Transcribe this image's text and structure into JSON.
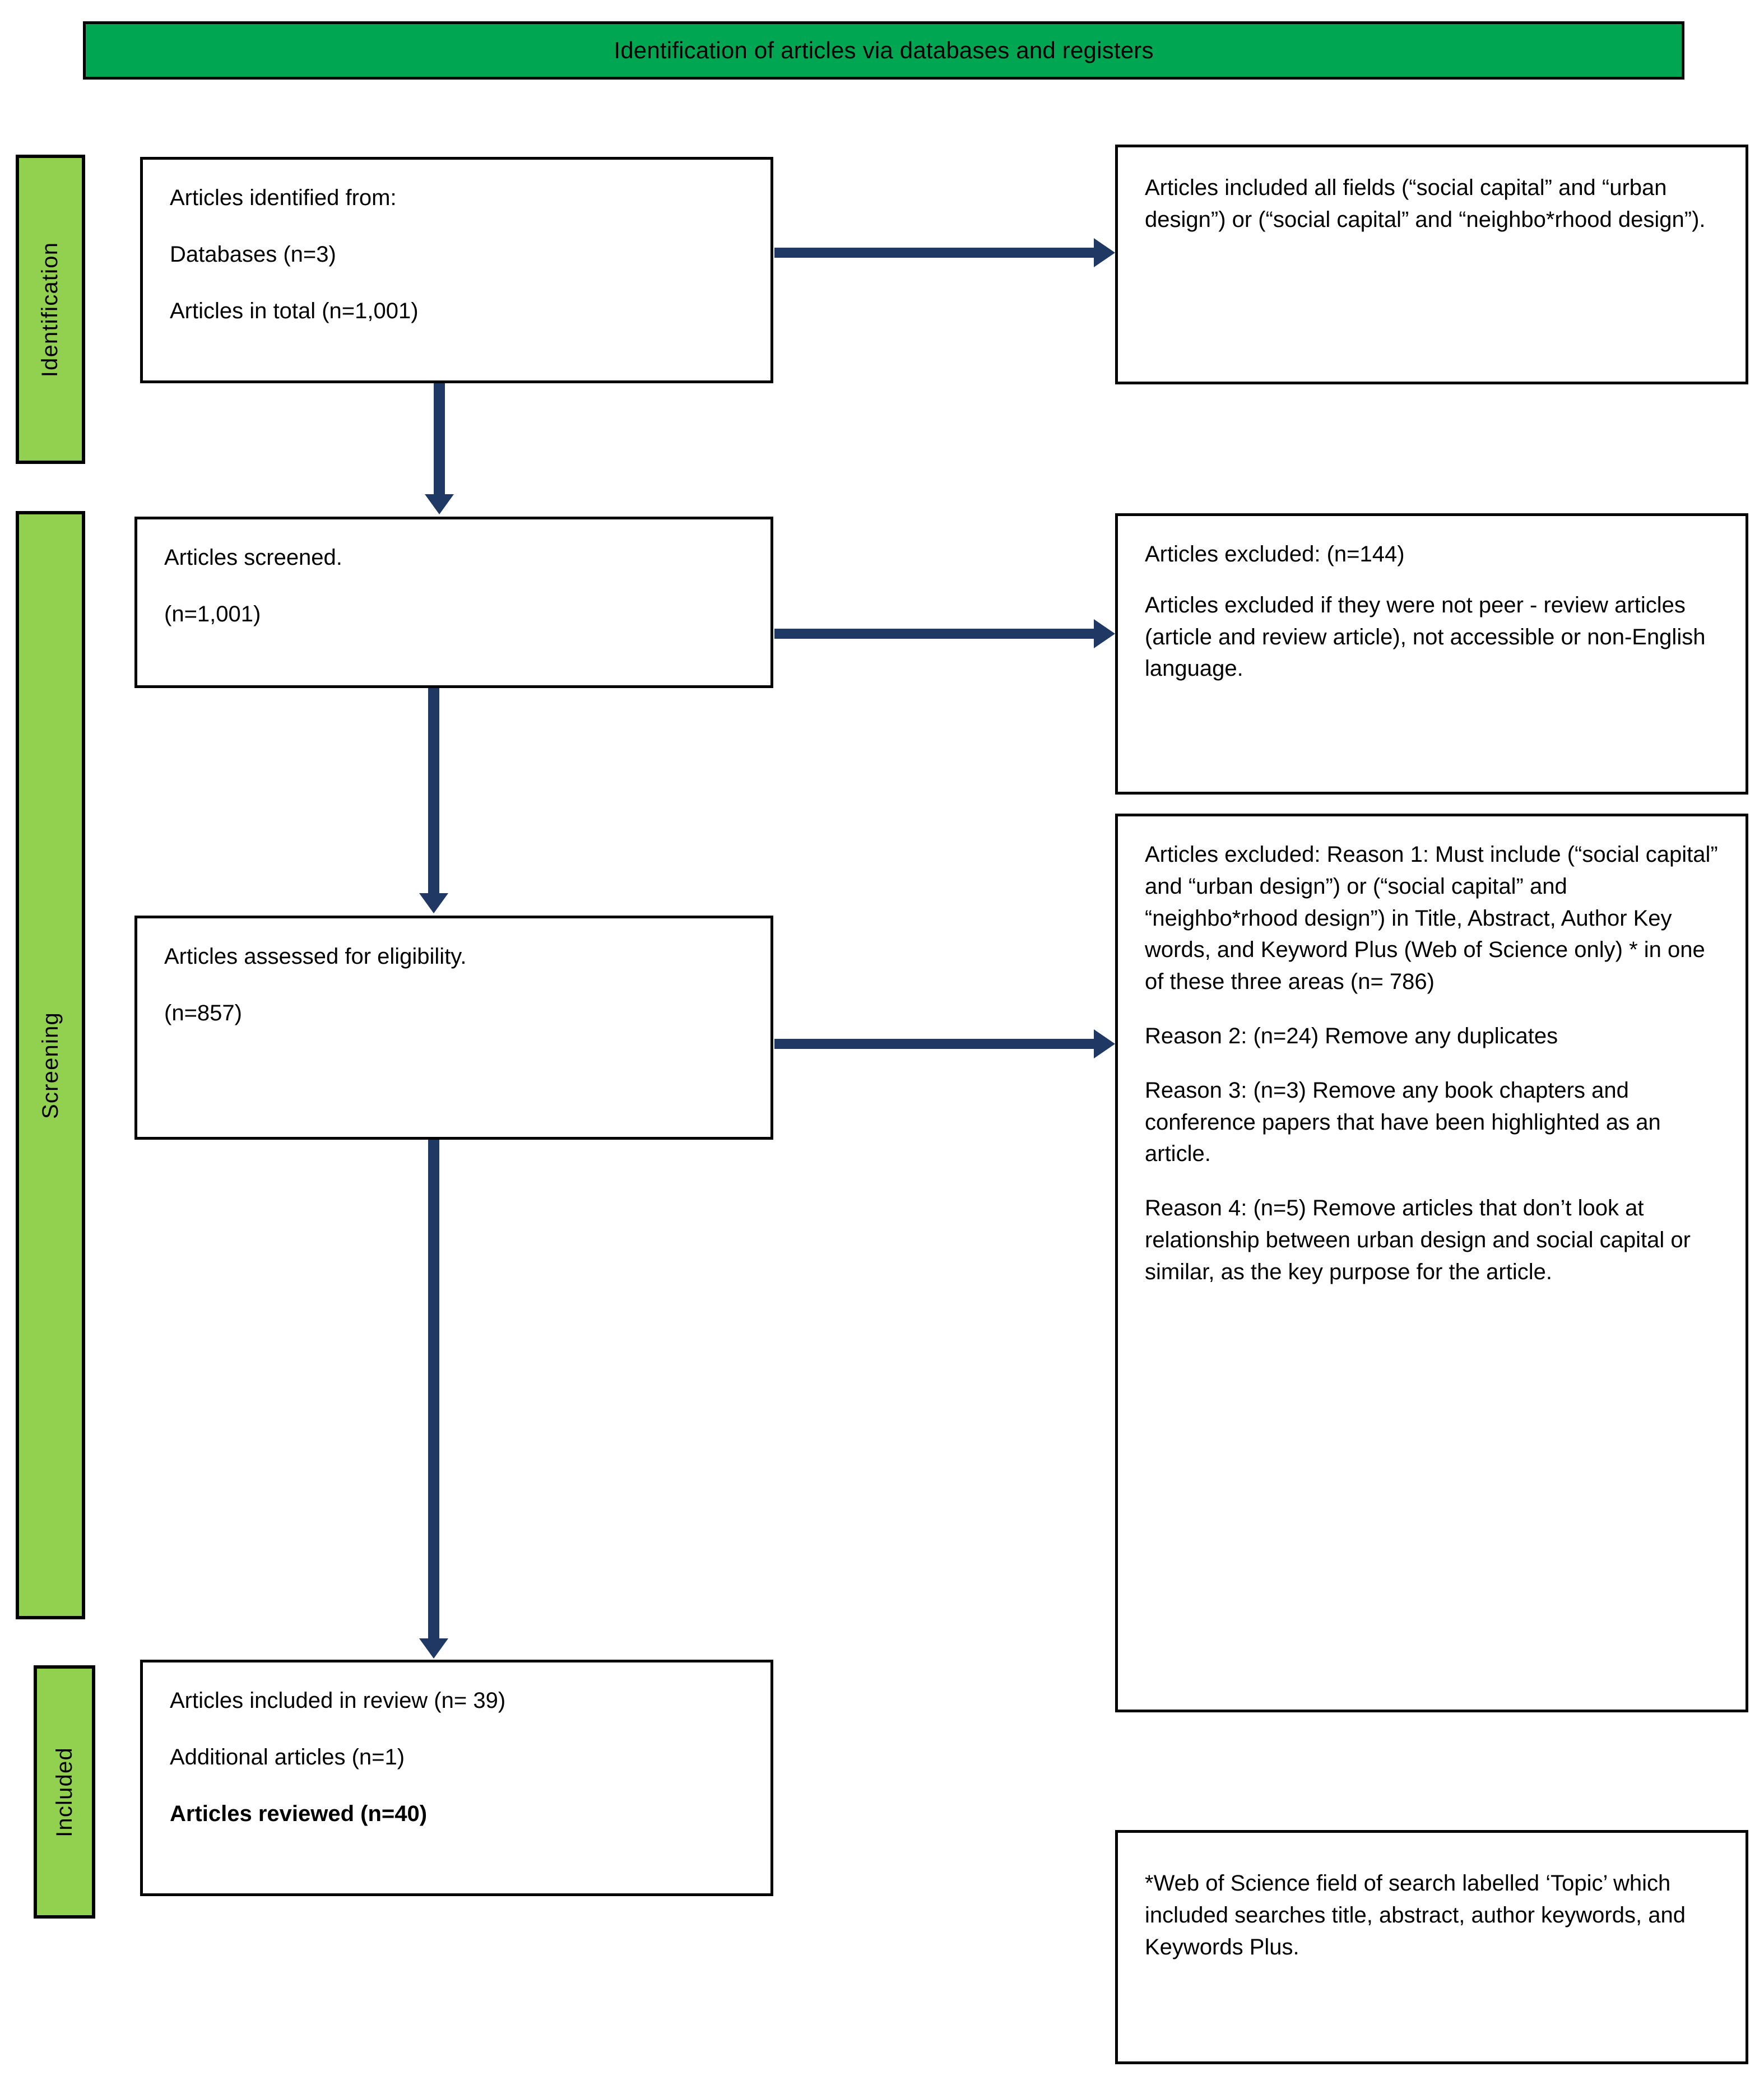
{
  "header": {
    "title": "Identification of articles via databases and registers",
    "bar_color": "#00A651"
  },
  "stages": {
    "identification": "Identification",
    "screening": "Screening",
    "included": "Included",
    "label_color": "#92D050"
  },
  "colors": {
    "arrow": "#1F3864",
    "box_border": "#000000",
    "box_background": "#FFFFFF"
  },
  "flow": {
    "identified": {
      "line1": "Articles identified from:",
      "line2": "Databases (n=3)",
      "line3": "Articles in total (n=1,001)"
    },
    "screened": {
      "line1": "Articles screened.",
      "line2": "(n=1,001)"
    },
    "eligibility": {
      "line1": "Articles assessed for eligibility.",
      "line2": "(n=857)"
    },
    "included": {
      "line1": "Articles included in review (n= 39)",
      "line2": "Additional articles (n=1)",
      "line3": "Articles reviewed (n=40)"
    }
  },
  "side": {
    "fields": {
      "text": "Articles included all fields (“social capital” and “urban design”) or (“social capital” and “neighbo*rhood design”)."
    },
    "excluded_144": {
      "line1": "Articles excluded: (n=144)",
      "line2": "Articles excluded if they were not peer - review articles (article and review article), not accessible or non-English language."
    },
    "reasons": {
      "reason1": "Articles excluded: Reason 1: Must include (“social capital” and “urban design”) or (“social capital” and “neighbo*rhood design”) in Title, Abstract, Author Key words, and Keyword Plus (Web of Science only) * in one of these three areas (n= 786)",
      "reason2": "Reason 2: (n=24) Remove any duplicates",
      "reason3": "Reason 3: (n=3) Remove any book chapters and conference papers that have been highlighted as an article.",
      "reason4": "Reason 4: (n=5) Remove articles that don’t look at relationship between urban design and social capital or similar, as the key purpose for the article."
    },
    "footnote": {
      "text": "*Web of Science field of search labelled ‘Topic’ which included searches title, abstract, author keywords, and Keywords Plus."
    }
  }
}
